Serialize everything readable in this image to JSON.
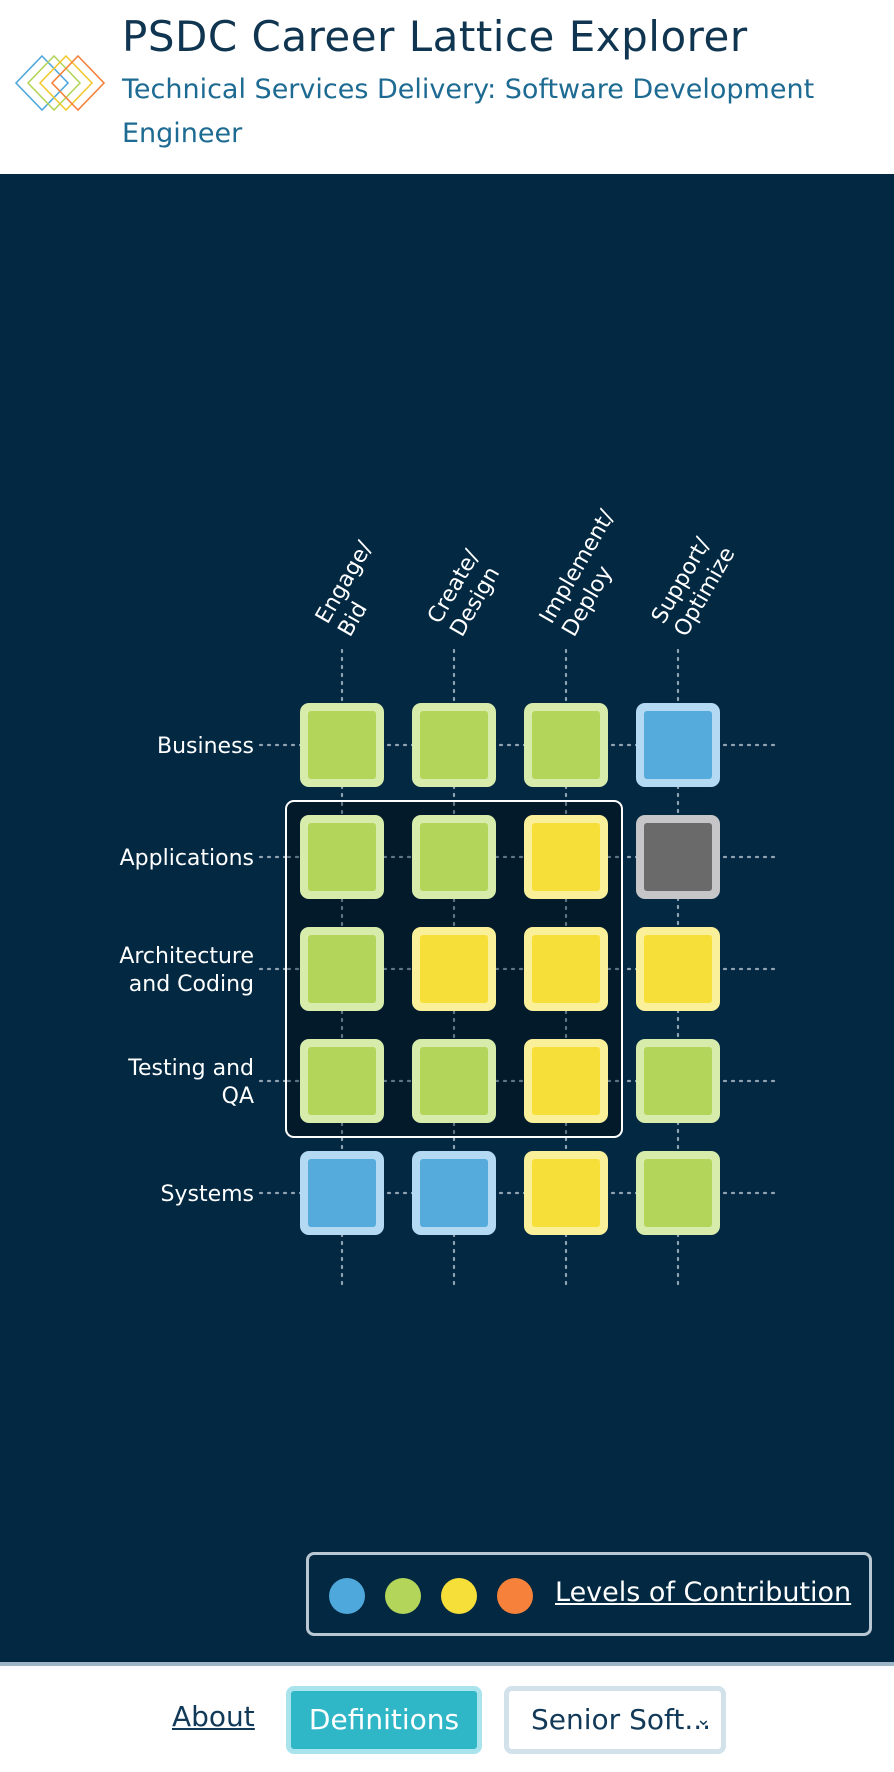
{
  "header": {
    "title": "PSDC Career Lattice Explorer",
    "subtitle": "Technical Services Delivery: Software Development Engineer",
    "logo_icon": "diamond-lattice-logo-icon"
  },
  "lattice": {
    "columns": [
      {
        "lines": [
          "Engage/",
          "Bid"
        ]
      },
      {
        "lines": [
          "Create/",
          "Design"
        ]
      },
      {
        "lines": [
          "Implement/",
          "Deploy"
        ]
      },
      {
        "lines": [
          "Support/",
          "Optimize"
        ]
      }
    ],
    "rows": [
      {
        "lines": [
          "Business"
        ],
        "cells": [
          "green",
          "green",
          "green",
          "blue"
        ]
      },
      {
        "lines": [
          "Applications"
        ],
        "cells": [
          "green",
          "green",
          "yellow",
          "gray"
        ]
      },
      {
        "lines": [
          "Architecture",
          "and Coding"
        ],
        "cells": [
          "green",
          "yellow",
          "yellow",
          "yellow"
        ]
      },
      {
        "lines": [
          "Testing and",
          "QA"
        ],
        "cells": [
          "green",
          "green",
          "yellow",
          "green"
        ]
      },
      {
        "lines": [
          "Systems"
        ],
        "cells": [
          "blue",
          "blue",
          "yellow",
          "green"
        ]
      }
    ],
    "highlight_region": {
      "rows": [
        1,
        3
      ],
      "cols": [
        0,
        2
      ]
    },
    "colors": {
      "green": {
        "fill": "#b3d55a",
        "border": "#d7ebaa"
      },
      "yellow": {
        "fill": "#f6df39",
        "border": "#fbf09a"
      },
      "blue": {
        "fill": "#55abdc",
        "border": "#b3daf2"
      },
      "gray": {
        "fill": "#6a6a6a",
        "border": "#c6c6c8"
      }
    }
  },
  "legend": {
    "dots": [
      "#4ea8dc",
      "#b3d55a",
      "#f6df39",
      "#f5813a"
    ],
    "link_label": "Levels of Contribution"
  },
  "footer": {
    "about_label": "About",
    "definitions_label": "Definitions",
    "role_select_value": "Senior Soft...",
    "chevron_icon": "chevron-down-icon"
  }
}
